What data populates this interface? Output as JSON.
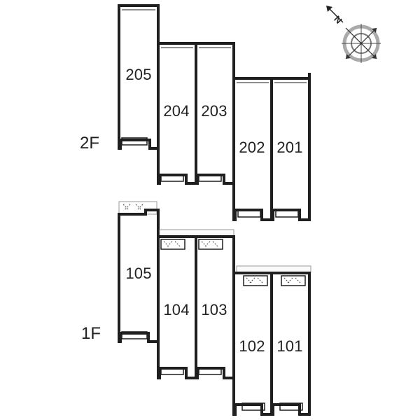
{
  "floors": [
    {
      "label": "2F",
      "units": [
        "205",
        "204",
        "203",
        "202",
        "201"
      ]
    },
    {
      "label": "1F",
      "units": [
        "105",
        "104",
        "103",
        "102",
        "101"
      ]
    }
  ],
  "compass": {
    "north_label": "N",
    "icon": "compass-rose-icon"
  },
  "colors": {
    "wall": "#1f1f1f",
    "shade": "#9a9a9a",
    "light": "#d6d6d6"
  }
}
